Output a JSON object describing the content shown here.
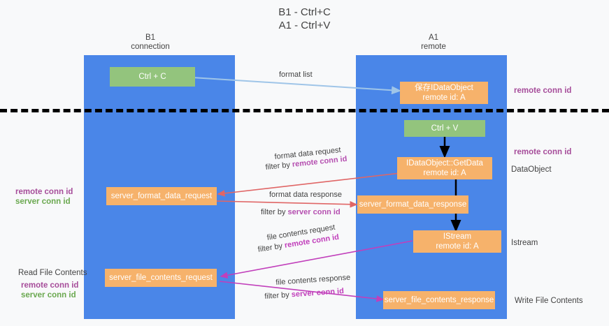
{
  "title": {
    "line1": "B1 - Ctrl+C",
    "line2": "A1 - Ctrl+V"
  },
  "lanes": [
    {
      "id": "b1",
      "name": "B1",
      "role": "connection"
    },
    {
      "id": "a1",
      "name": "A1",
      "role": "remote"
    }
  ],
  "nodes": {
    "ctrl_c": {
      "l1": "Ctrl + C",
      "l2": ""
    },
    "save_idataobject": {
      "l1": "保存IDataObject",
      "l2": "remote id: A"
    },
    "ctrl_v": {
      "l1": "Ctrl + V",
      "l2": ""
    },
    "getdata": {
      "l1": "IDataObject::GetData",
      "l2": "remote id: A"
    },
    "server_format_data_request": {
      "l1": "server_format_data_request",
      "l2": ""
    },
    "server_format_data_response": {
      "l1": "server_format_data_response",
      "l2": ""
    },
    "istream": {
      "l1": "IStream",
      "l2": "remote id: A"
    },
    "server_file_contents_request": {
      "l1": "server_file_contents_request",
      "l2": ""
    },
    "server_file_contents_response": {
      "l1": "server_file_contents_response",
      "l2": ""
    }
  },
  "wire_labels": {
    "format_list": "format list",
    "format_data_request": "format data request",
    "format_data_request_filter_prefix": "filter by ",
    "format_data_request_filter_key": "remote conn id",
    "format_data_response": "format data response",
    "format_data_response_filter_prefix": "filter by ",
    "format_data_response_filter_key": "server conn id",
    "file_contents_request": "file contents request",
    "file_contents_request_filter_prefix": "filter by ",
    "file_contents_request_filter_key": "remote conn id",
    "file_contents_response": "file contents response",
    "file_contents_response_filter_prefix": "filter by ",
    "file_contents_response_filter_key": "server conn id"
  },
  "annotations": {
    "right_remote_conn_id_top": "remote conn id",
    "right_remote_conn_id_mid": "remote conn id",
    "right_dataobject": "DataObject",
    "right_istream": "Istream",
    "right_write_file_contents": "Write File Contents",
    "left_remote_conn_id": "remote conn id",
    "left_server_conn_id": "server conn id",
    "left_read_file_contents": "Read File Contents",
    "left_remote_conn_id_2": "remote conn id",
    "left_server_conn_id_2": "server conn id"
  },
  "colors": {
    "lane": "#4a86e8",
    "node_orange": "#f6b26b",
    "node_green": "#93c47d",
    "purple": "#a64d9a",
    "green": "#6aa84f",
    "arrow_blue": "#9fc5e8",
    "arrow_red": "#e06666",
    "arrow_magenta": "#c13fbb",
    "arrow_black": "#000000",
    "background": "#f8f9fa"
  }
}
